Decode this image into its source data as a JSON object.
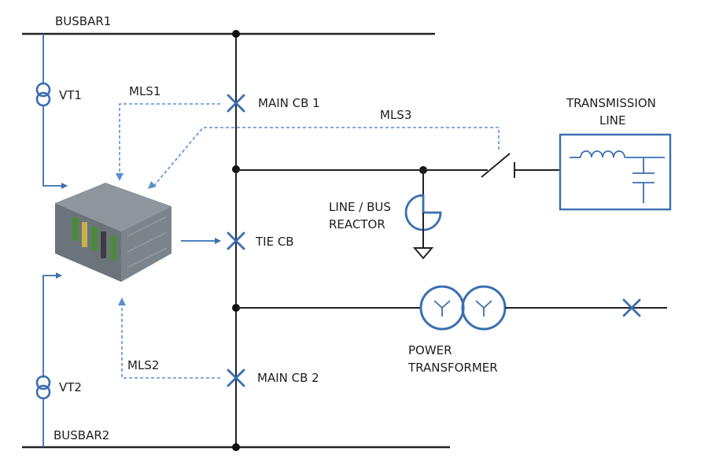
{
  "labels": {
    "busbar1": "BUSBAR1",
    "busbar2": "BUSBAR2",
    "vt1": "VT1",
    "vt2": "VT2",
    "mls1": "MLS1",
    "mls2": "MLS2",
    "mls3": "MLS3",
    "main_cb1": "MAIN CB 1",
    "main_cb2": "MAIN CB 2",
    "tie_cb": "TIE CB",
    "reactor_line1": "LINE / BUS",
    "reactor_line2": "REACTOR",
    "transmission_line1": "TRANSMISSION",
    "transmission_line2": "LINE",
    "transformer_line1": "POWER",
    "transformer_line2": "TRANSFORMER"
  },
  "colors": {
    "equipment_blue": "#3a6fb0",
    "signal_dashed": "#5b8fd0",
    "conductor": "#222222"
  }
}
